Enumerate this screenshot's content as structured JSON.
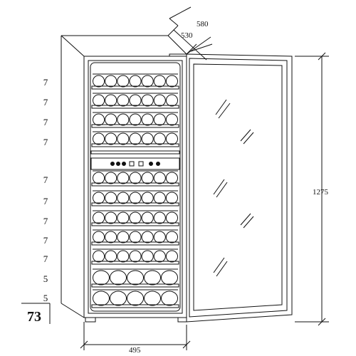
{
  "shelf_bottle_counts": [
    "7",
    "7",
    "7",
    "7",
    "7",
    "7",
    "7",
    "7",
    "7",
    "5",
    "5"
  ],
  "total_bottles": "73",
  "dimensions": {
    "depth_outer": "580",
    "depth_inner": "530",
    "height": "1275",
    "width": "495"
  },
  "control_panel": {
    "indicator_count": 7
  }
}
